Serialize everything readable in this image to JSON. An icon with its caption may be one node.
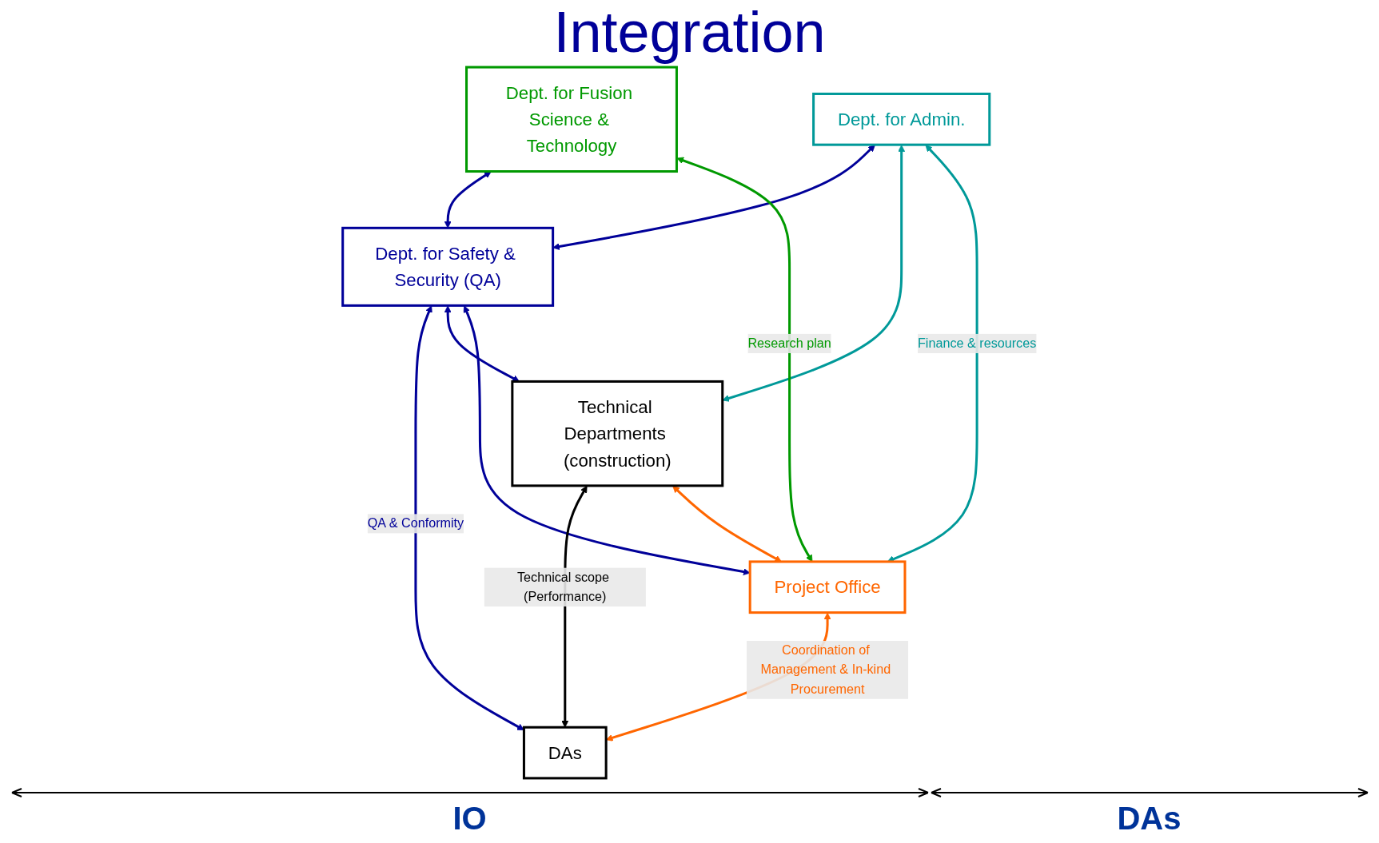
{
  "diagram": {
    "title": "Integration",
    "nodes": [
      {
        "text": [
          "Dept. for Safety & Security (QA)"
        ]
      },
      {
        "text": [
          "Dept. for Fusion Science & Technology"
        ]
      },
      {
        "text": [
          "Dept. for Admin."
        ]
      },
      {
        "text": [
          "Technical Departments (construction)"
        ]
      },
      {
        "text": [
          "Project Office"
        ]
      },
      {
        "text": [
          "DAs"
        ]
      }
    ],
    "edges": [
      {
        "from": 1,
        "to": 0,
        "arrow": "both"
      },
      {
        "from": 2,
        "to": 0,
        "arrow": "both"
      },
      {
        "from": 0,
        "to": 5,
        "label": "QA & Conformity",
        "arrow": "both"
      },
      {
        "from": 0,
        "to": 3,
        "arrow": "both"
      },
      {
        "from": 0,
        "to": 4,
        "arrow": "both"
      },
      {
        "from": 2,
        "to": 3,
        "arrow": "both",
        "color": "#009999"
      },
      {
        "from": 3,
        "to": 5,
        "label": "Technical scope (Performance)",
        "arrow": "both",
        "color": "#000000"
      },
      {
        "from": 3,
        "to": 4,
        "arrow": "both",
        "color": "#ff6600"
      },
      {
        "from": 2,
        "to": 4,
        "label": "Finance & resources",
        "arrow": "both",
        "color": "#009999"
      },
      {
        "from": 1,
        "to": 4,
        "label": "Research plan",
        "arrow": "both",
        "color": "#009900"
      },
      {
        "from": 4,
        "to": 5,
        "label": "Coordination of Management & In-kind Procurement",
        "arrow": "both",
        "color": "#ff6600"
      }
    ],
    "labels": [
      "IO",
      "DAs"
    ]
  }
}
